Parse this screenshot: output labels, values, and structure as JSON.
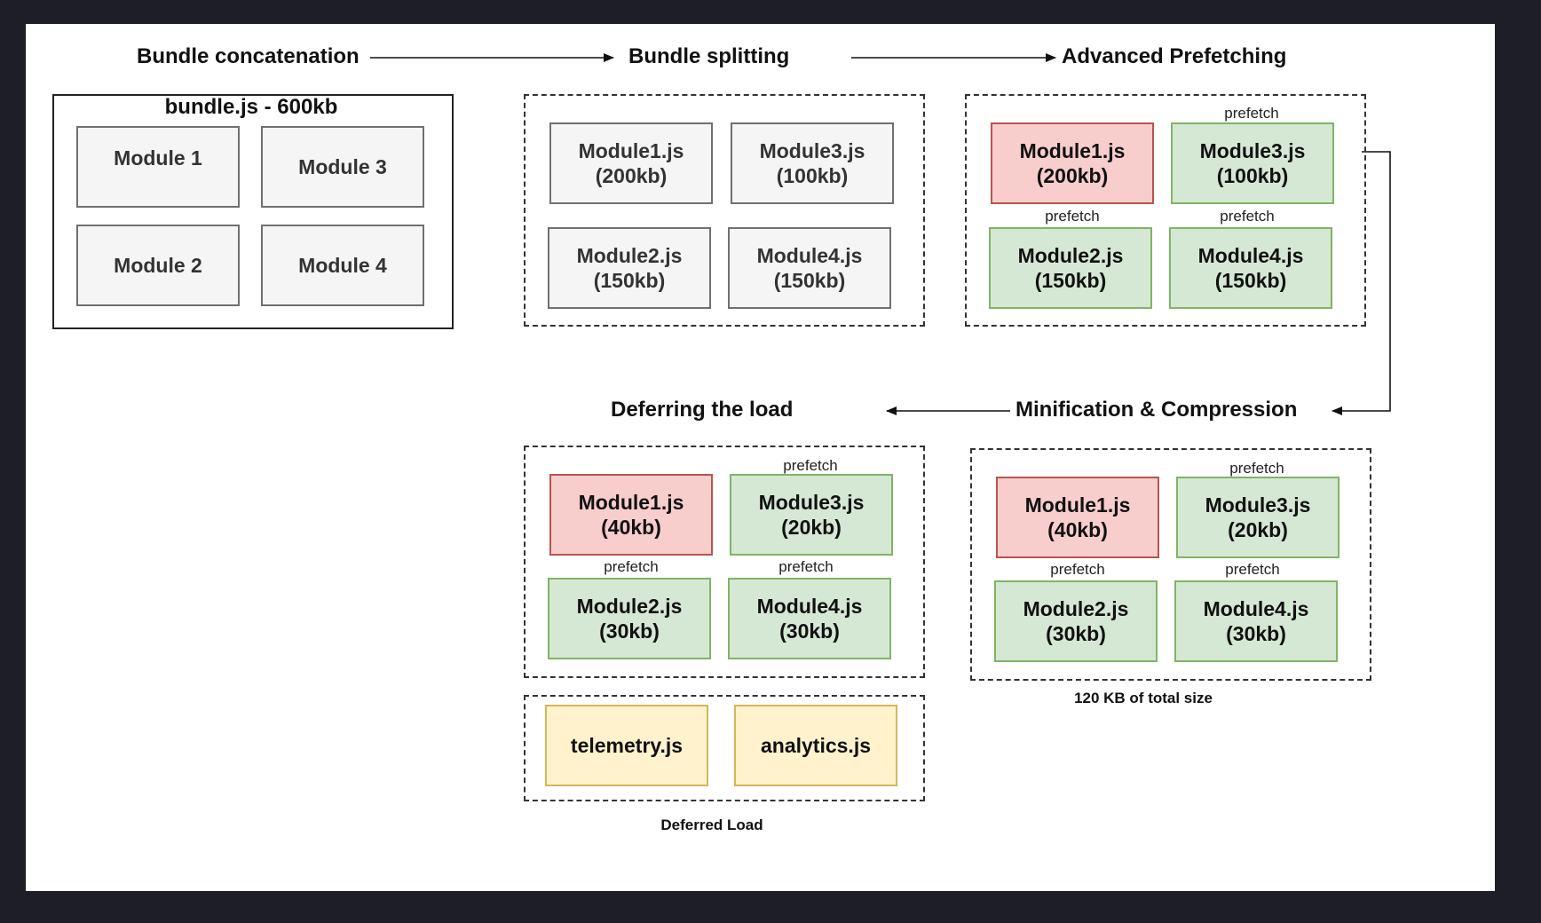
{
  "stages": {
    "concatenation": "Bundle concatenation",
    "splitting": "Bundle splitting",
    "prefetching": "Advanced Prefetching",
    "minification": "Minification & Compression",
    "deferring": "Deferring the load"
  },
  "concatenation": {
    "bundle_label": "bundle.js - 600kb",
    "modules": [
      "Module 1",
      "Module 3",
      "Module 2",
      "Module 4"
    ]
  },
  "splitting": {
    "modules": [
      {
        "name": "Module1.js",
        "size": "(200kb)"
      },
      {
        "name": "Module3.js",
        "size": "(100kb)"
      },
      {
        "name": "Module2.js",
        "size": "(150kb)"
      },
      {
        "name": "Module4.js",
        "size": "(150kb)"
      }
    ]
  },
  "prefetching": {
    "modules": [
      {
        "name": "Module1.js",
        "size": "(200kb)"
      },
      {
        "name": "Module3.js",
        "size": "(100kb)",
        "note": "prefetch"
      },
      {
        "name": "Module2.js",
        "size": "(150kb)",
        "note": "prefetch"
      },
      {
        "name": "Module4.js",
        "size": "(150kb)",
        "note": "prefetch"
      }
    ]
  },
  "minification": {
    "modules": [
      {
        "name": "Module1.js",
        "size": "(40kb)"
      },
      {
        "name": "Module3.js",
        "size": "(20kb)",
        "note": "prefetch"
      },
      {
        "name": "Module2.js",
        "size": "(30kb)",
        "note": "prefetch"
      },
      {
        "name": "Module4.js",
        "size": "(30kb)",
        "note": "prefetch"
      }
    ],
    "caption": "120 KB of total size"
  },
  "deferring": {
    "modules": [
      {
        "name": "Module1.js",
        "size": "(40kb)"
      },
      {
        "name": "Module3.js",
        "size": "(20kb)",
        "note": "prefetch"
      },
      {
        "name": "Module2.js",
        "size": "(30kb)",
        "note": "prefetch"
      },
      {
        "name": "Module4.js",
        "size": "(30kb)",
        "note": "prefetch"
      }
    ],
    "deferred": [
      "telemetry.js",
      "analytics.js"
    ],
    "caption": "Deferred Load"
  },
  "colors": {
    "background": "#1e1f26",
    "canvas": "#ffffff",
    "gray_fill": "#f5f5f5",
    "critical_fill": "#f8cecc",
    "prefetch_fill": "#d5e8d4",
    "deferred_fill": "#fff2cc"
  }
}
